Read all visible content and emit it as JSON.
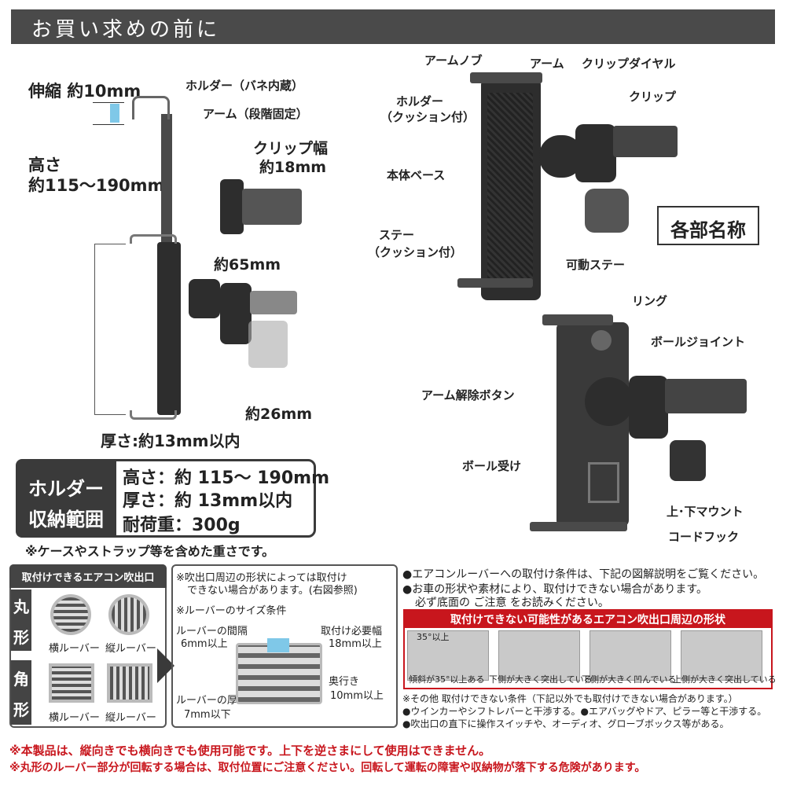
{
  "header": {
    "title": "お買い求めの前に"
  },
  "left_diagram": {
    "stretch": "伸縮 約10mm",
    "holder_spring": "ホルダー（バネ内蔵）",
    "arm_step": "アーム（段階固定）",
    "height_label_1": "高さ",
    "height_label_2": "約115～190mm",
    "clip_width_1": "クリップ幅",
    "clip_width_2": "約18mm",
    "approx_65": "約65mm",
    "approx_26": "約26mm",
    "thickness": "厚さ:約13mm以内"
  },
  "right_diagram": {
    "arm_knob": "アームノブ",
    "arm": "アーム",
    "clip_dial": "クリップダイヤル",
    "holder_cushion_1": "ホルダー",
    "holder_cushion_2": "（クッション付）",
    "clip": "クリップ",
    "body_base": "本体ベース",
    "stay_1": "ステー",
    "stay_2": "（クッション付）",
    "movable_stay": "可動ステー",
    "part_names": "各部名称",
    "ring": "リング",
    "ball_joint": "ボールジョイント",
    "arm_release": "アーム解除ボタン",
    "ball_receiver": "ボール受け",
    "mount": "上･下マウント",
    "cord_hook": "コードフック"
  },
  "spec": {
    "label_1": "ホルダー",
    "label_2": "収納範囲",
    "height": "高さ：約 115～ 190mm",
    "thickness": "厚さ：約 13mm以内",
    "load": "耐荷重：300g",
    "note": "※ケースやストラップ等を含めた重さです。"
  },
  "vents": {
    "title": "取付けできるエアコン吹出口",
    "round_1": "丸",
    "round_2": "形",
    "square_1": "角",
    "square_2": "形",
    "horizontal_round": "横ルーバー",
    "vertical_round": "縦ルーバー",
    "horizontal_square": "横ルーバー",
    "vertical_square": "縦ルーバー"
  },
  "conditions": {
    "note_1a": "※吹出口周辺の形状によっては取付け",
    "note_1b": "できない場合があります。(右図参照)",
    "note_2": "※ルーバーのサイズ条件",
    "gap_1": "ルーバーの間隔",
    "gap_2": "6mm以上",
    "need_width_1": "取付け必要幅",
    "need_width_2": "18mm以上",
    "depth_1": "奥行き",
    "depth_2": "10mm以上",
    "louver_thick_1": "ルーバーの厚さ",
    "louver_thick_2": "7mm以下"
  },
  "notes": {
    "n1": "●エアコンルーバーへの取付け条件は、下記の図解説明をご覧ください。",
    "n2": "●お車の形状や素材により、取付けできない場合があります。",
    "n3": "必ず底面の ご注意 をお読みください。",
    "red_title": "取付けできない可能性があるエアコン吹出口周辺の形状",
    "angle": "35°以上",
    "case_1": "傾斜が35°以上ある",
    "case_2": "下側が大きく突出している",
    "case_3": "下側が大きく凹んでいる",
    "case_4": "上側が大きく突出している",
    "other_1": "※その他 取付けできない条件（下記以外でも取付けできない場合があります。）",
    "other_2": "●ウインカーやシフトレバーと干渉する。●エアバッグやドア、ピラー等と干渉する。",
    "other_3": "●吹出口の直下に操作スイッチや、オーディオ、グローブボックス等がある。"
  },
  "warnings": {
    "w1": "※本製品は、縦向きでも横向きでも使用可能です。上下を逆さまにして使用はできません。",
    "w2": "※丸形のルーバー部分が回転する場合は、取付位置にご注意ください。回転して運転の障害や収納物が落下する危険があります。"
  }
}
